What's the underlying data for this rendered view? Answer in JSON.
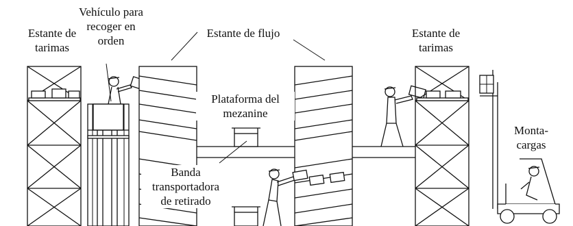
{
  "labels": {
    "vehicle_line1": "Vehículo para",
    "vehicle_line2": "recoger en",
    "vehicle_line3": "orden",
    "pallet_rack_left_line1": "Estante de",
    "pallet_rack_left_line2": "tarimas",
    "flow_rack": "Estante de flujo",
    "pallet_rack_right_line1": "Estante de",
    "pallet_rack_right_line2": "tarimas",
    "mezzanine_line1": "Plataforma del",
    "mezzanine_line2": "mezanine",
    "forklift_line1": "Monta-",
    "forklift_line2": "cargas",
    "conveyor_line1": "Banda",
    "conveyor_line2": "transportadora",
    "conveyor_line3": "de retirado"
  },
  "colors": {
    "ink": "#111111",
    "background": "#ffffff"
  }
}
